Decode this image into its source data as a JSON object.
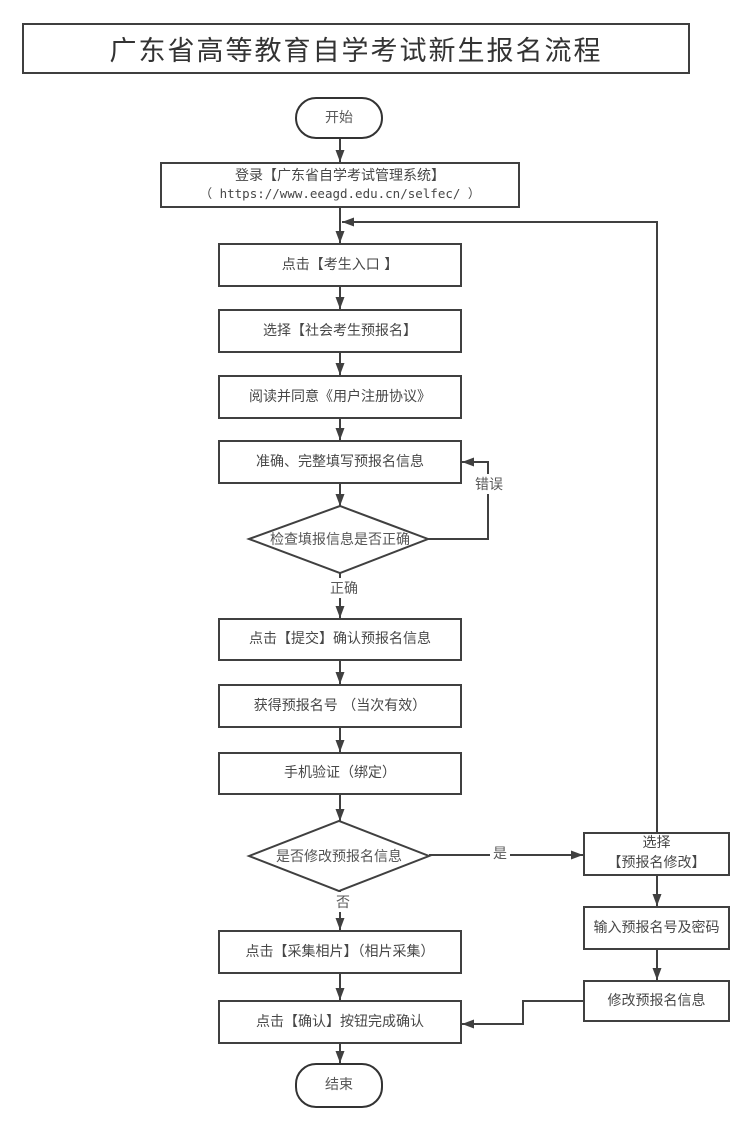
{
  "title": "广东省高等教育自学考试新生报名流程",
  "flowchart": {
    "nodes": {
      "start": "开始",
      "login": {
        "line1": "登录【广东省自学考试管理系统】",
        "line2": "（ https://www.eeagd.edu.cn/selfec/ ）"
      },
      "entrance": "点击【考生入口 】",
      "social": "选择【社会考生预报名】",
      "agreement": "阅读并同意《用户注册协议》",
      "fill": "准确、完整填写预报名信息",
      "check": "检查填报信息是否正确",
      "submit": "点击【提交】确认预报名信息",
      "number": "获得预报名号 （当次有效）",
      "phone": "手机验证（绑定）",
      "modify_q": "是否修改预报名信息",
      "photo": "点击【采集相片】（相片采集）",
      "confirm": "点击【确认】按钮完成确认",
      "end": "结束",
      "select_modify": {
        "line1": "选择",
        "line2": "【预报名修改】"
      },
      "credentials": "输入预报名号及密码",
      "modify": "修改预报名信息"
    },
    "edge_labels": {
      "error": "错误",
      "correct": "正确",
      "yes": "是",
      "no": "否"
    },
    "colors": {
      "line": "#404040",
      "box_border": "#404040",
      "text": "#474747",
      "background": "#ffffff"
    }
  }
}
